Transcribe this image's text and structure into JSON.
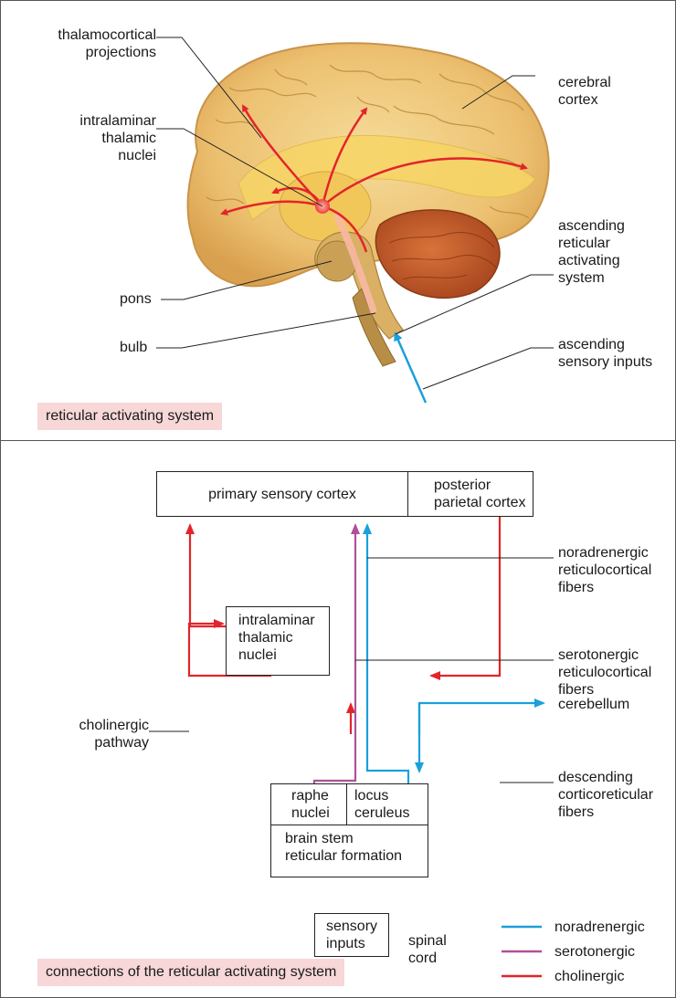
{
  "brain": {
    "labels": {
      "thalamocortical": "thalamocortical\nprojections",
      "intralaminar": "intralaminar\nthalamic\nnuclei",
      "cortex": "cerebral\ncortex",
      "aras": "ascending\nreticular\nactivating\nsystem",
      "pons": "pons",
      "bulb": "bulb",
      "sensory": "ascending\nsensory inputs"
    },
    "caption": "reticular activating system"
  },
  "network": {
    "primary": "primary sensory cortex",
    "posterior": "posterior\nparietal cortex",
    "intralaminar": "intralaminar\nthalamic\nnuclei",
    "raphe": "raphe\nnuclei",
    "locus": "locus\nceruleus",
    "formation": "brain stem\nreticular formation",
    "inputs": "sensory\ninputs",
    "noradrenergic_fibers": "noradrenergic\nreticulocortical\nfibers",
    "serotonergic_fibers": "serotonergic\nreticulocortical\nfibers",
    "cholinergic_pathway": "cholinergic\npathway",
    "descending": "descending\ncorticoreticular\nfibers",
    "cerebellum": "cerebellum",
    "spinal": "spinal\ncord",
    "caption": "connections of the reticular activating system"
  },
  "legend": [
    {
      "label": "noradrenergic",
      "color": "#1aa0dc"
    },
    {
      "label": "serotonergic",
      "color": "#b0509a"
    },
    {
      "label": "cholinergic",
      "color": "#e3242b"
    }
  ],
  "colors": {
    "noradrenergic": "#1aa0dc",
    "serotonergic": "#b0509a",
    "cholinergic": "#e3242b",
    "caption_bg": "#f7d7d7"
  }
}
